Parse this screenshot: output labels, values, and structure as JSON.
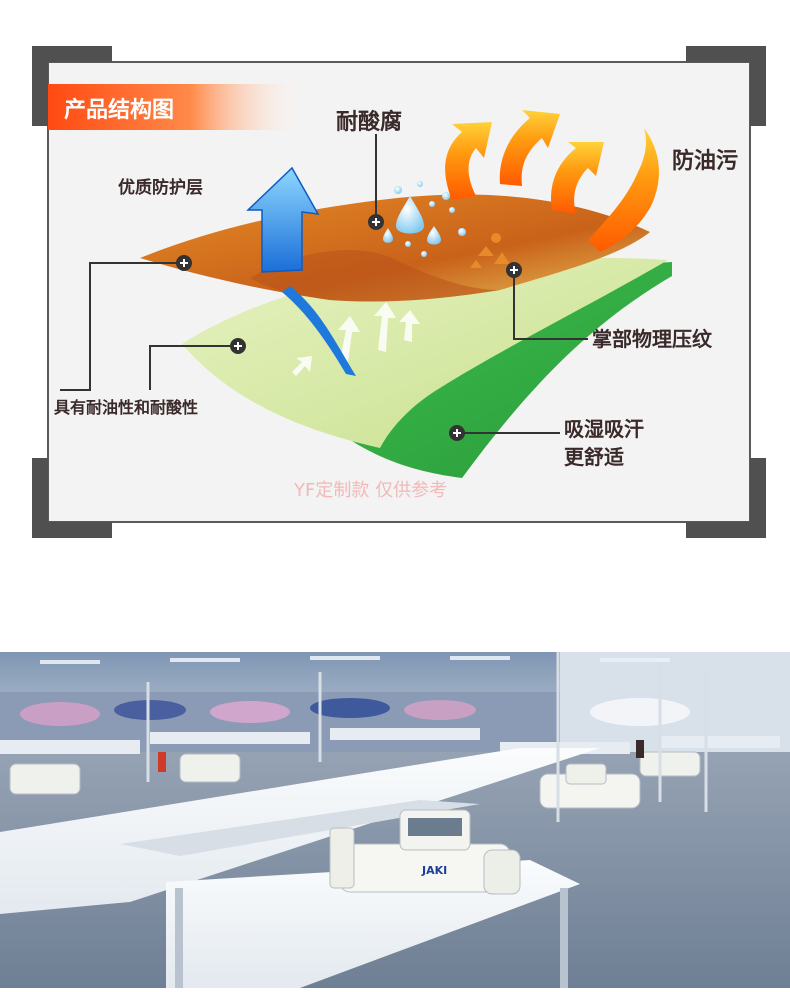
{
  "diagram": {
    "title": "产品结构图",
    "labels": {
      "acid_resistant": "耐酸腐",
      "oil_proof": "防油污",
      "protective_layer": "优质防护层",
      "palm_texture": "掌部物理压纹",
      "oil_acid_resistance": "具有耐油性和耐酸性",
      "absorb_line1": "吸湿吸汗",
      "absorb_line2": "更舒适"
    },
    "watermark": "YF定制款 仅供参考",
    "colors": {
      "title_bar": "#ff5a1f",
      "top_layer": "#d8711a",
      "middle_layer": "#dcecb0",
      "bottom_layer": "#37b54a",
      "frame": "#4a4a4a"
    }
  },
  "photo": {
    "machine_brand": "JAKI"
  }
}
